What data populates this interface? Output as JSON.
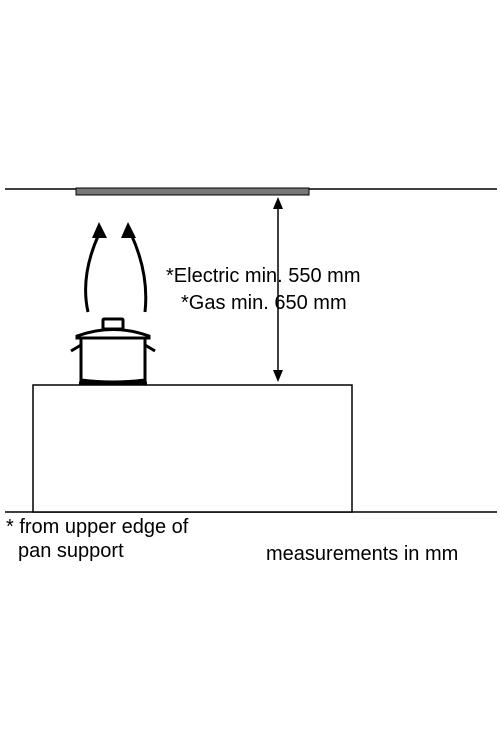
{
  "measurements": {
    "electric": "*Electric min. 550 mm",
    "gas": "*Gas min. 650 mm"
  },
  "footnote": {
    "line1": "* from upper edge of",
    "line2": "pan support"
  },
  "units_note": "measurements in mm",
  "colors": {
    "line": "#000000",
    "hood": "#777777",
    "background": "#ffffff"
  }
}
